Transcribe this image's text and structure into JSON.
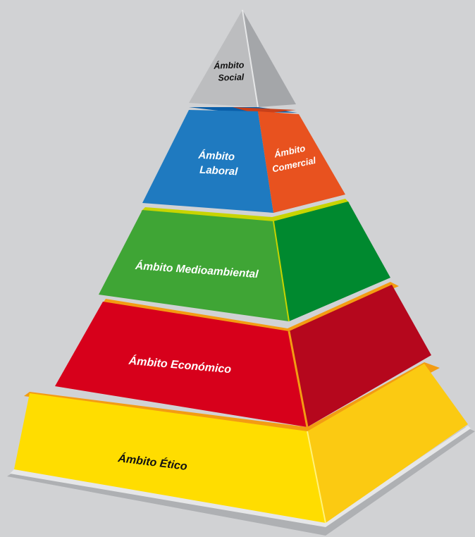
{
  "colors": {
    "background": "#d1d2d4",
    "social": "#bcbdbf",
    "laboral": "#1f7ac0",
    "comercial": "#e8521f",
    "medioambiental": "#3fa535",
    "economico": "#d7001b",
    "etico": "#ffdd00"
  },
  "levels": {
    "social": {
      "line1": "Ámbito",
      "line2": "Social"
    },
    "laboral": {
      "line1": "Ámbito",
      "line2": "Laboral"
    },
    "comercial": {
      "line1": "Ámbito",
      "line2": "Comercial"
    },
    "medioambiental": {
      "label": "Ámbito Medioambiental"
    },
    "economico": {
      "label": "Ámbito Económico"
    },
    "etico": {
      "label": "Ámbito Ético"
    }
  }
}
